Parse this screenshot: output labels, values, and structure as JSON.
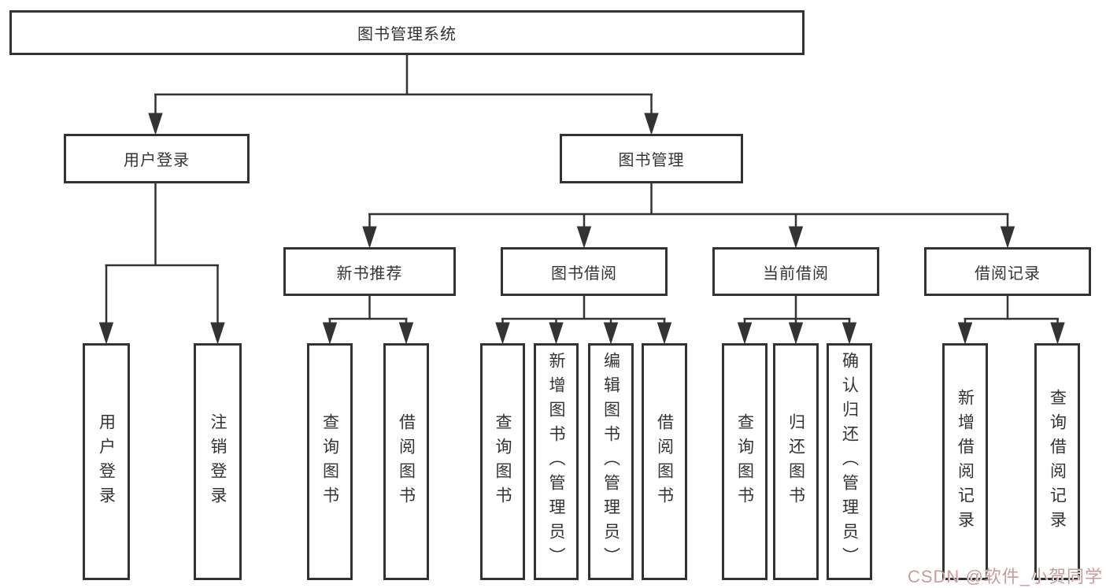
{
  "colors": {
    "line": "#333333",
    "text": "#333333",
    "watermark": "#c79c9c",
    "background": "#ffffff"
  },
  "watermark": {
    "text": "CSDN @软件_小贺同学"
  },
  "tree": {
    "root": {
      "label": "图书管理系统"
    },
    "level2": [
      {
        "label": "用户登录"
      },
      {
        "label": "图书管理"
      }
    ],
    "level3": [
      {
        "label": "新书推荐"
      },
      {
        "label": "图书借阅"
      },
      {
        "label": "当前借阅"
      },
      {
        "label": "借阅记录"
      }
    ],
    "leaves": {
      "user_login": [
        "用户登录",
        "注销登录"
      ],
      "new_book": [
        "查询图书",
        "借阅图书"
      ],
      "book_borrow": [
        "查询图书",
        "新增图书（管理员）",
        "编辑图书（管理员）",
        "借阅图书"
      ],
      "current_borrow": [
        "查询图书",
        "归还图书",
        "确认归还（管理员）"
      ],
      "borrow_records": [
        "新增借阅记录",
        "查询借阅记录"
      ]
    }
  }
}
